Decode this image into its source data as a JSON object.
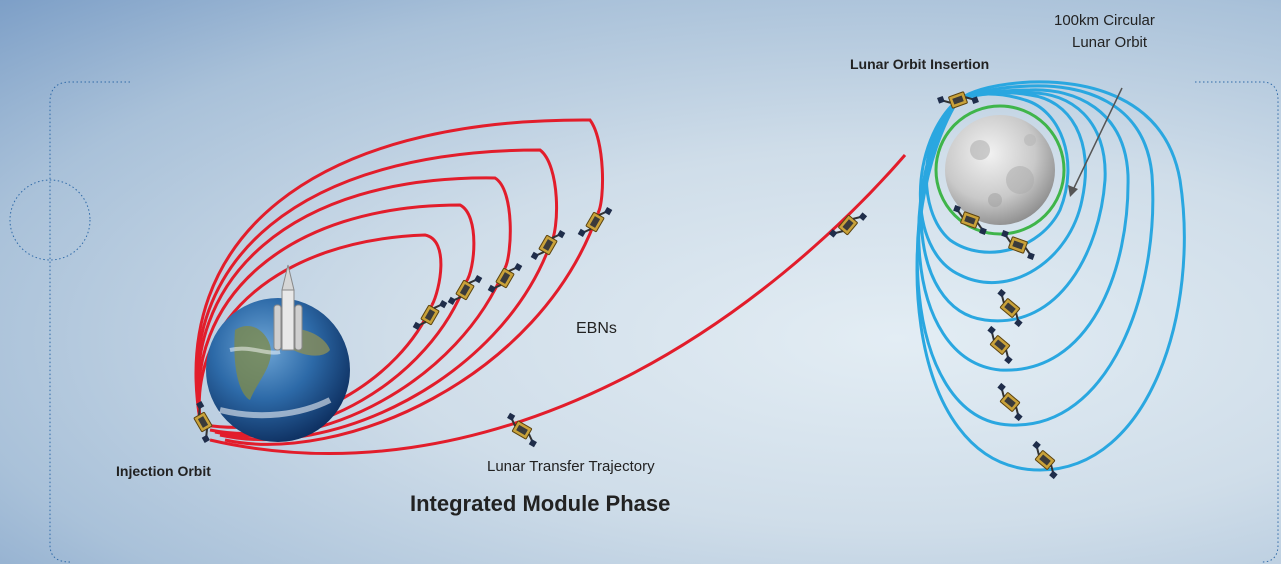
{
  "labels": {
    "circular_orbit": "100km Circular",
    "lunar_orbit": "Lunar Orbit",
    "lunar_orbit_insertion": "Lunar Orbit Insertion",
    "ebns": "EBNs",
    "injection_orbit": "Injection Orbit",
    "lunar_transfer_trajectory": "Lunar Transfer Trajectory",
    "phase_title": "Integrated Module Phase"
  },
  "colors": {
    "earth_orbits": "#e21d2b",
    "lunar_orbits": "#2aa7e0",
    "circular_orbit": "#3fb54a",
    "frame_line": "#2f6aa8"
  },
  "icons": {
    "earth": "earth-icon",
    "moon": "moon-icon",
    "rocket": "rocket-icon",
    "spacecraft": "spacecraft-icon"
  }
}
